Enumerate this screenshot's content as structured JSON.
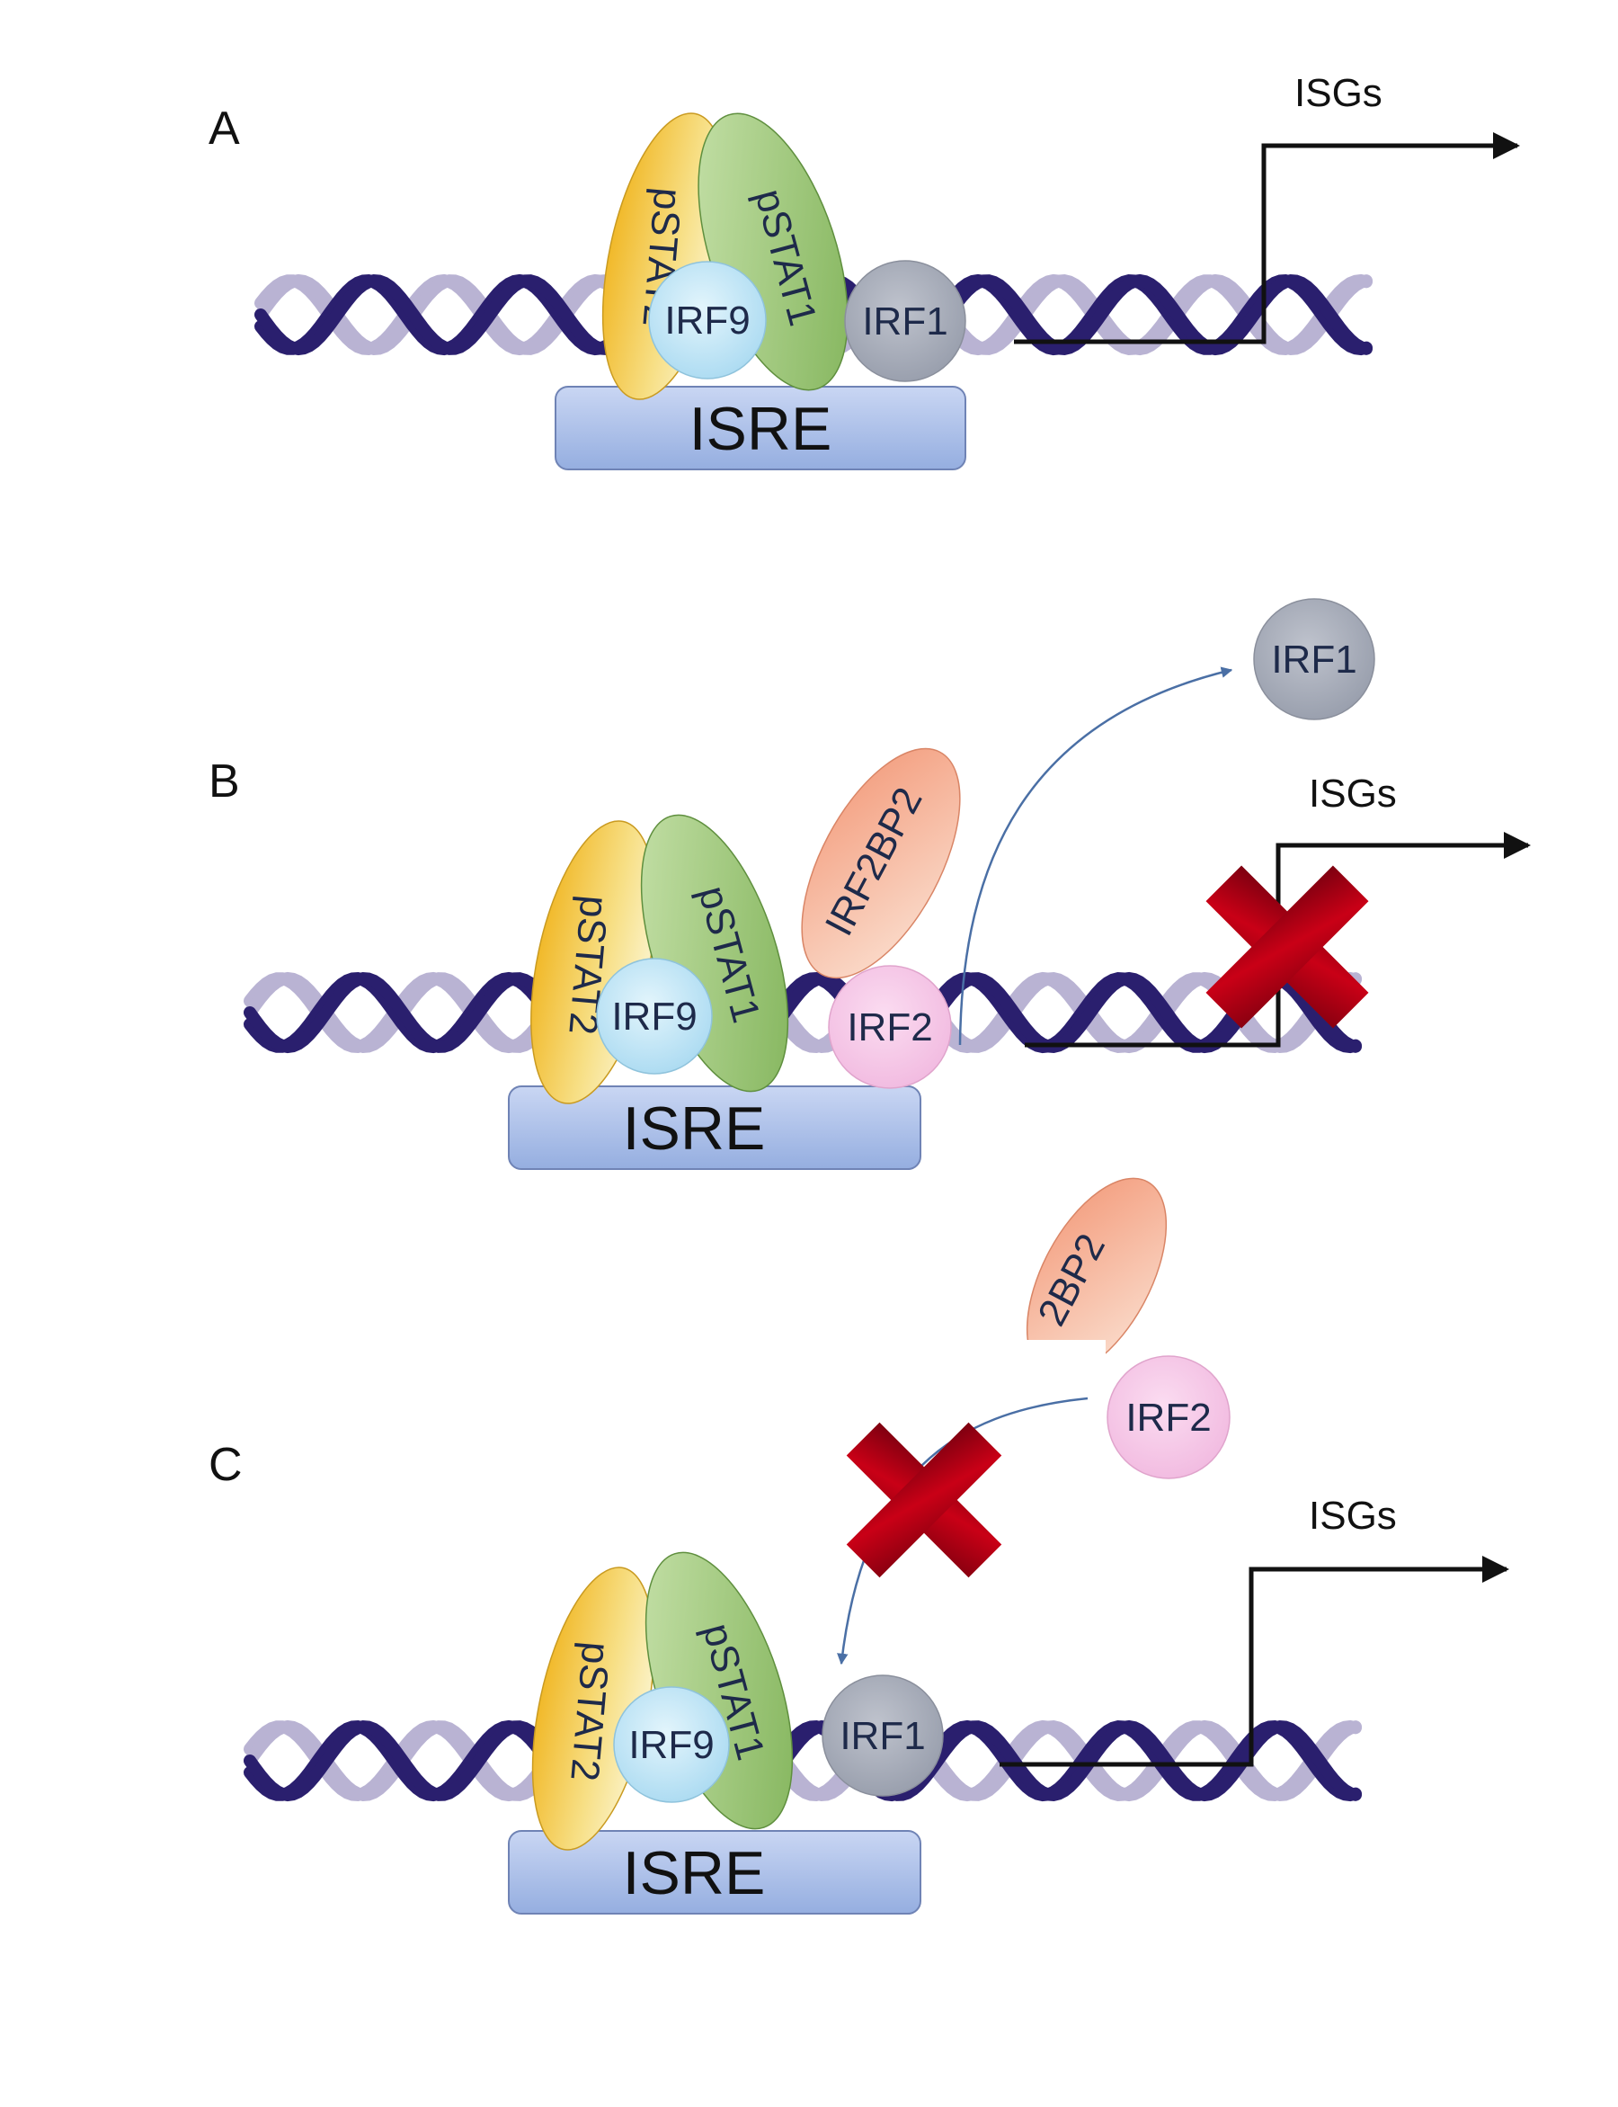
{
  "figure": {
    "colors": {
      "dna_dark": "#2a1f6e",
      "dna_light": "#b9b3d3",
      "isre_fill": "#a9bde8",
      "stat2_fill": "#f2c43a",
      "stat1_fill": "#8fbf63",
      "irf9_fill": "#bfe6f7",
      "irf1_fill": "#a6abb8",
      "irf2_fill": "#f4c4e6",
      "irf2bp2_fill": "#f3a98a",
      "block_x": "#a8000f",
      "curve_arrow": "#4a6fa5"
    },
    "panels": [
      {
        "letter": "A",
        "isre": "ISRE",
        "stat2": "pSTAT2",
        "stat1": "pSTAT1",
        "irf9": "IRF9",
        "irf1": "IRF1",
        "isgs": "ISGs"
      },
      {
        "letter": "B",
        "isre": "ISRE",
        "stat2": "pSTAT2",
        "stat1": "pSTAT1",
        "irf9": "IRF9",
        "irf2": "IRF2",
        "irf2bp2": "IRF2BP2",
        "irf1_released": "IRF1",
        "isgs": "ISGs"
      },
      {
        "letter": "C",
        "isre": "ISRE",
        "stat2": "pSTAT2",
        "stat1": "pSTAT1",
        "irf9": "IRF9",
        "irf1": "IRF1",
        "irf2": "IRF2",
        "irf2bp2_partial": "2BP2",
        "isgs": "ISGs"
      }
    ]
  }
}
